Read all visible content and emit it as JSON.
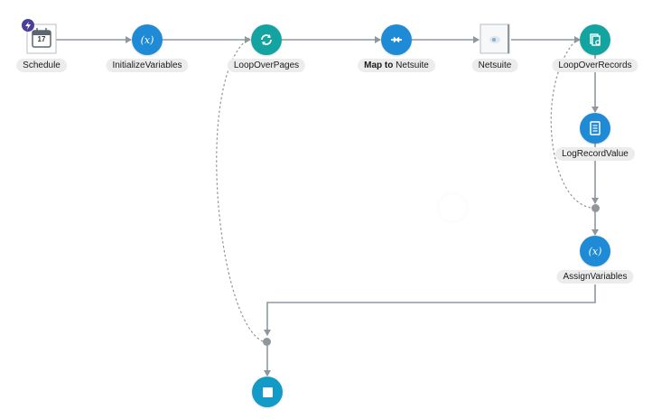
{
  "canvas": {
    "background": "#ffffff",
    "connector_color": "#8f979d"
  },
  "nodes": {
    "schedule": {
      "label": "Schedule",
      "calendar_day": "17",
      "badge_icon": "bolt-icon"
    },
    "initialize_variables": {
      "label": "InitializeVariables",
      "icon": "variable-icon",
      "icon_text": "(x)"
    },
    "loop_over_pages": {
      "label": "LoopOverPages",
      "icon": "loop-icon"
    },
    "map_to_netsuite": {
      "label_bold": "Map to",
      "label_rest": "Netsuite",
      "icon": "map-icon"
    },
    "netsuite": {
      "label": "Netsuite",
      "icon": "netsuite-icon"
    },
    "loop_over_records": {
      "label": "LoopOverRecords",
      "icon": "loop-records-icon"
    },
    "log_record_value": {
      "label": "LogRecordValue",
      "icon": "log-icon"
    },
    "assign_variables": {
      "label": "AssignVariables",
      "icon": "variable-icon",
      "icon_text": "(x)"
    },
    "end": {
      "icon": "stop-icon"
    }
  },
  "colors": {
    "blue": "#1f8ad6",
    "teal": "#13a3a0",
    "end": "#149ac6",
    "label_bg": "#ececec"
  }
}
